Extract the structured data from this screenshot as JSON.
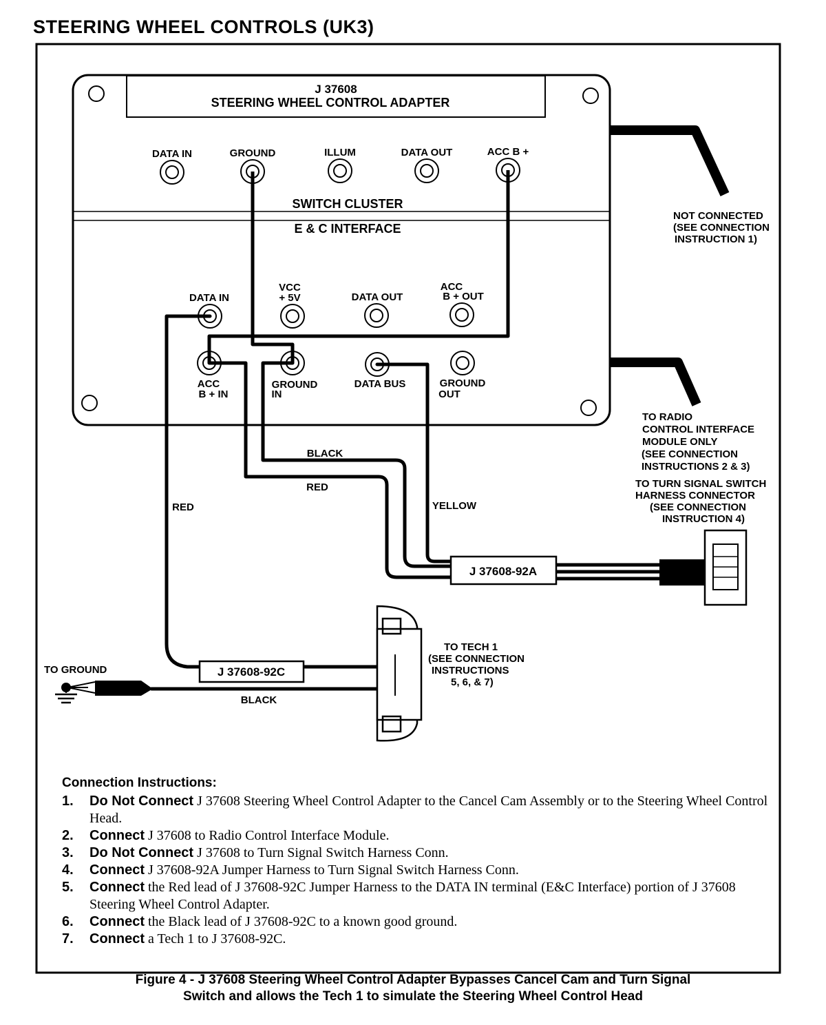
{
  "page_title": "STEERING WHEEL CONTROLS (UK3)",
  "adapter": {
    "part_number": "J 37608",
    "name": "STEERING WHEEL CONTROL ADAPTER",
    "switch_cluster_label": "SWITCH CLUSTER",
    "ec_interface_label": "E & C INTERFACE",
    "top_terminals": [
      "DATA IN",
      "GROUND",
      "ILLUM",
      "DATA OUT",
      "ACC B +"
    ],
    "mid_terminals": [
      {
        "line1": "DATA IN",
        "line2": ""
      },
      {
        "line1": "VCC",
        "line2": "+ 5V"
      },
      {
        "line1": "DATA OUT",
        "line2": ""
      },
      {
        "line1": "ACC",
        "line2": "B + OUT"
      }
    ],
    "bottom_terminals": [
      {
        "line1": "ACC",
        "line2": "B + IN"
      },
      {
        "line1": "GROUND",
        "line2": "IN"
      },
      {
        "line1": "DATA BUS",
        "line2": ""
      },
      {
        "line1": "GROUND",
        "line2": "OUT"
      }
    ]
  },
  "wires": {
    "black_upper": "BLACK",
    "red_upper": "RED",
    "red_left": "RED",
    "yellow": "YELLOW",
    "black_lower": "BLACK"
  },
  "harness_a": "J 37608-92A",
  "harness_c": "J 37608-92C",
  "notes": {
    "not_connected": [
      "NOT CONNECTED",
      "(SEE CONNECTION",
      "INSTRUCTION 1)"
    ],
    "to_radio": [
      "TO RADIO",
      "CONTROL INTERFACE",
      "MODULE ONLY",
      "(SEE CONNECTION",
      "INSTRUCTIONS 2 & 3)"
    ],
    "to_turn_signal": [
      "TO TURN SIGNAL SWITCH",
      "HARNESS CONNECTOR",
      "(SEE CONNECTION",
      "INSTRUCTION 4)"
    ],
    "to_tech1": [
      "TO TECH 1",
      "(SEE CONNECTION",
      "INSTRUCTIONS",
      "5, 6, & 7)"
    ],
    "to_ground": "TO GROUND"
  },
  "instructions": {
    "heading": "Connection Instructions:",
    "items": [
      {
        "num": "1.",
        "bold": "Do Not Connect",
        "text": " J 37608 Steering Wheel Control Adapter to the Cancel Cam Assembly or to the Steering Wheel Control Head."
      },
      {
        "num": "2.",
        "bold": "Connect",
        "text": " J 37608 to Radio Control Interface Module."
      },
      {
        "num": "3.",
        "bold": "Do Not Connect",
        "text": " J 37608 to Turn Signal Switch Harness Conn."
      },
      {
        "num": "4.",
        "bold": "Connect",
        "text": " J 37608-92A Jumper Harness to Turn Signal Switch Harness Conn."
      },
      {
        "num": "5.",
        "bold": "Connect",
        "text": "  the Red lead of J 37608-92C Jumper Harness to the DATA IN terminal (E&C Interface) portion of J 37608 Steering Wheel Control Adapter."
      },
      {
        "num": "6.",
        "bold": "Connect",
        "text": " the Black lead of J 37608-92C  to a known good ground."
      },
      {
        "num": "7.",
        "bold": "Connect",
        "text": " a Tech 1 to J 37608-92C."
      }
    ]
  },
  "caption": [
    "Figure 4 - J 37608 Steering Wheel Control Adapter Bypasses Cancel Cam and Turn Signal",
    "Switch and allows the Tech 1 to simulate the Steering Wheel Control Head"
  ]
}
